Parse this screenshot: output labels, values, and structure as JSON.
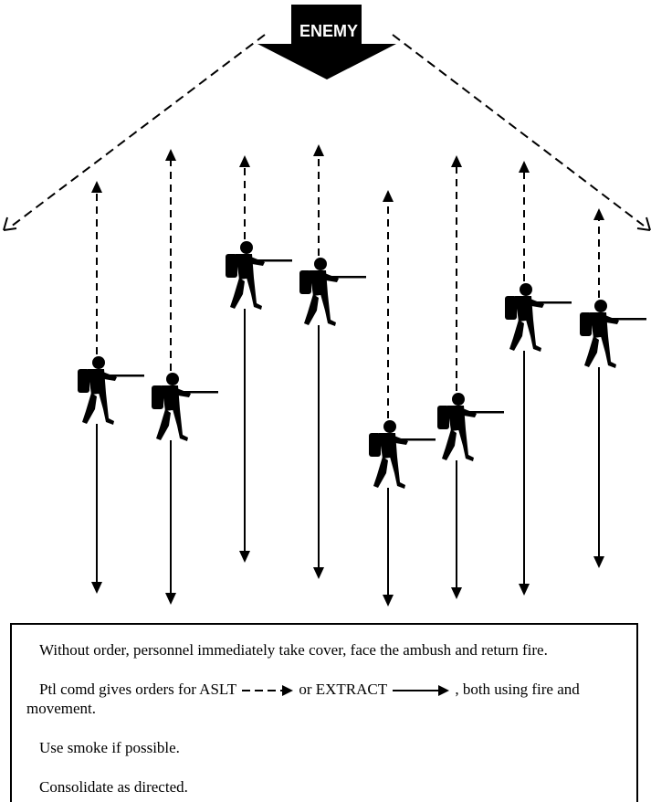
{
  "enemy_label": "ENEMY",
  "notes": {
    "line1": "Without order, personnel immediately take cover, face the ambush and return fire.",
    "line2_prefix": "Ptl comd gives orders for ASLT",
    "line2_middle": "or EXTRACT",
    "line2_suffix": ", both using fire and",
    "line2_continued": "movement.",
    "line3": "Use smoke if possible.",
    "line4": "Consolidate as directed."
  },
  "colors": {
    "ink": "#000000",
    "background": "#ffffff"
  },
  "icons": {
    "soldier": "soldier-with-rifle-icon",
    "assault": "dashed-arrow-icon",
    "extract": "solid-arrow-icon"
  }
}
